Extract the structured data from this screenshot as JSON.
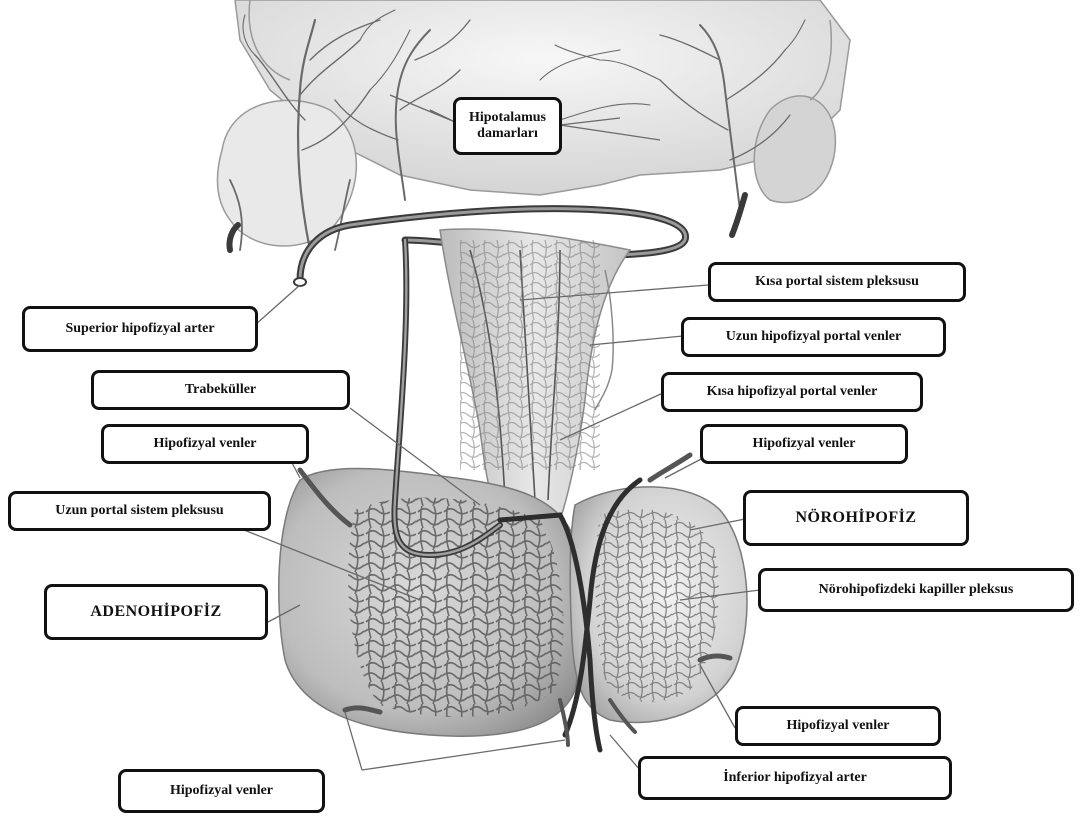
{
  "labels": {
    "hypothalamus_vessels_line1": "Hipotalamus",
    "hypothalamus_vessels_line2": "damarları",
    "superior_hypophyseal_artery": "Superior hipofizyal arter",
    "short_portal_plexus": "Kısa portal sistem pleksusu",
    "long_portal_veins": "Uzun hipofizyal portal venler",
    "short_portal_veins": "Kısa hipofizyal portal venler",
    "trabeculae": "Trabeküller",
    "hypophyseal_veins_left": "Hipofizyal  venler",
    "hypophyseal_veins_right_top": "Hipofizyal  venler",
    "long_portal_plexus": "Uzun portal sistem pleksusu",
    "neurohypophysis": "NÖROHİPOFİZ",
    "adenohypophysis": "ADENOHİPOFİZ",
    "neurohypophysis_capillary_plexus": "Nörohipofizdeki kapiller pleksus",
    "hypophyseal_veins_right_bottom": "Hipofizyal  venler",
    "inferior_hypophyseal_artery": "İnferior hipofizyal arter",
    "hypophyseal_veins_bottom": "Hipofizyal  venler"
  },
  "colors": {
    "label_border": "#111111",
    "vessel": "#4a4a4a",
    "tissue": "#e2e2e2",
    "tissue_shadow": "#b8b8b8",
    "leader_line": "#666666"
  }
}
